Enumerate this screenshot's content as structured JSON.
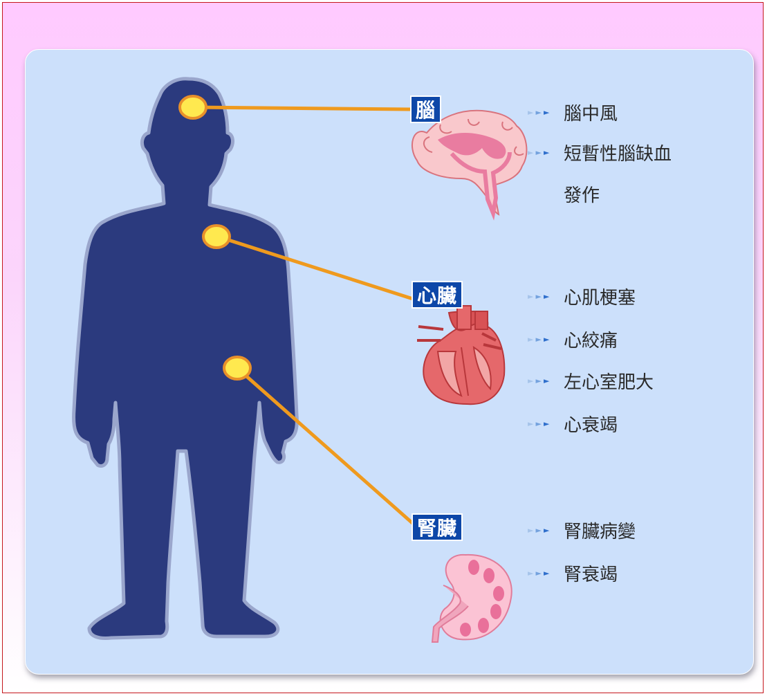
{
  "organs": [
    {
      "name": "腦",
      "conditions": [
        "腦中風",
        "短暫性腦缺血"
      ],
      "continuation": "發作"
    },
    {
      "name": "心臟",
      "conditions": [
        "心肌梗塞",
        "心絞痛",
        "左心室肥大",
        "心衰竭"
      ]
    },
    {
      "name": "腎臟",
      "conditions": [
        "腎臟病變",
        "腎衰竭"
      ]
    }
  ],
  "colors": {
    "background_top": "#ffcaff",
    "panel": "#cce0fb",
    "silhouette": "#2b3a7e",
    "badge": "#0d47a8",
    "connector_line": "#ef9a1e",
    "marker_fill": "#ffe94f",
    "frame_border": "#c4161c"
  },
  "icons": {
    "silhouette": "human-silhouette",
    "brain": "brain-icon",
    "heart": "heart-icon",
    "kidney": "kidney-icon",
    "bullet": "triple-arrow-bullet"
  }
}
